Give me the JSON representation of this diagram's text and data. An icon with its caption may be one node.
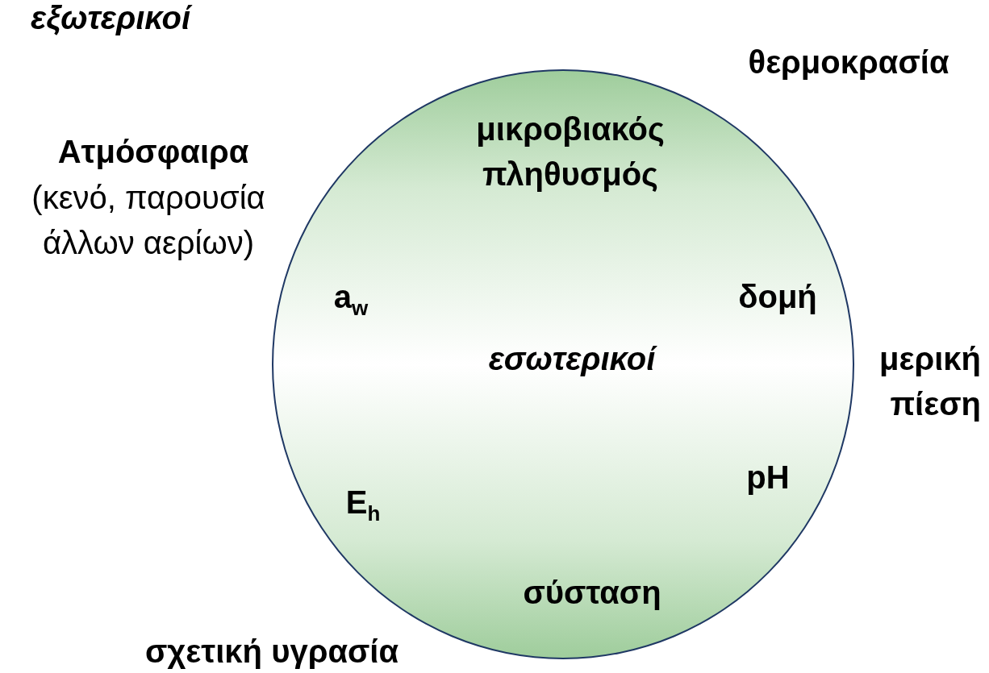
{
  "diagram": {
    "nodes": [
      {
        "text": [
          "μικροβιακός πληθυσμός",
          "a$_{w}$",
          "δομή",
          "εσωτερικοί",
          "pH",
          "E$_{h}$",
          "σύσταση"
        ]
      }
    ],
    "labels": [
      "εξωτερικοί",
      "θερμοκρασία",
      "Ατμόσφαιρα",
      "(κενό, παρουσία άλλων αερίων)",
      "μερική πίεση",
      "σχετική υγρασία"
    ]
  }
}
